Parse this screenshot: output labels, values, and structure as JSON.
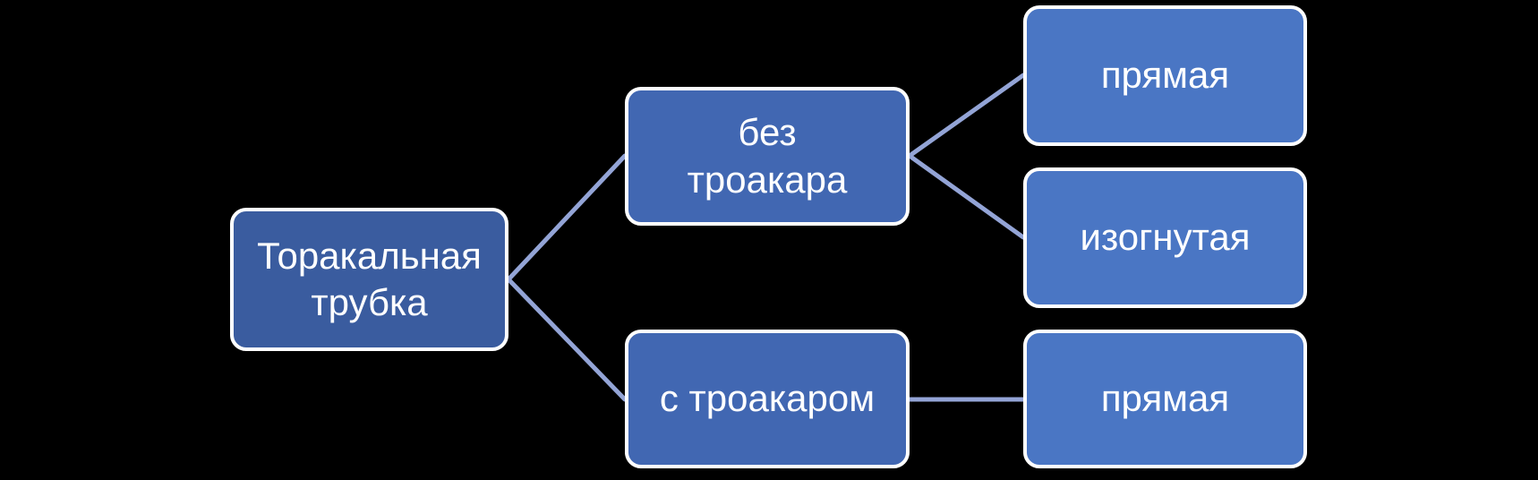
{
  "diagram": {
    "background_color": "#000000",
    "connector_color": "#93A4D6",
    "node_border_color": "#FFFFFF",
    "text_color": "#FFFFFF",
    "nodes": [
      {
        "id": "root",
        "lines": [
          "Торакальная",
          "трубка"
        ],
        "fill": "#3A5C9F"
      },
      {
        "id": "without-trocar",
        "lines": [
          "без",
          "троакара"
        ],
        "fill": "#4167B2"
      },
      {
        "id": "with-trocar",
        "lines": [
          "с троакаром"
        ],
        "fill": "#4167B2"
      },
      {
        "id": "straight-top",
        "lines": [
          "прямая"
        ],
        "fill": "#4A76C4"
      },
      {
        "id": "curved",
        "lines": [
          "изогнутая"
        ],
        "fill": "#4A76C4"
      },
      {
        "id": "straight-bottom",
        "lines": [
          "прямая"
        ],
        "fill": "#4A76C4"
      }
    ]
  }
}
